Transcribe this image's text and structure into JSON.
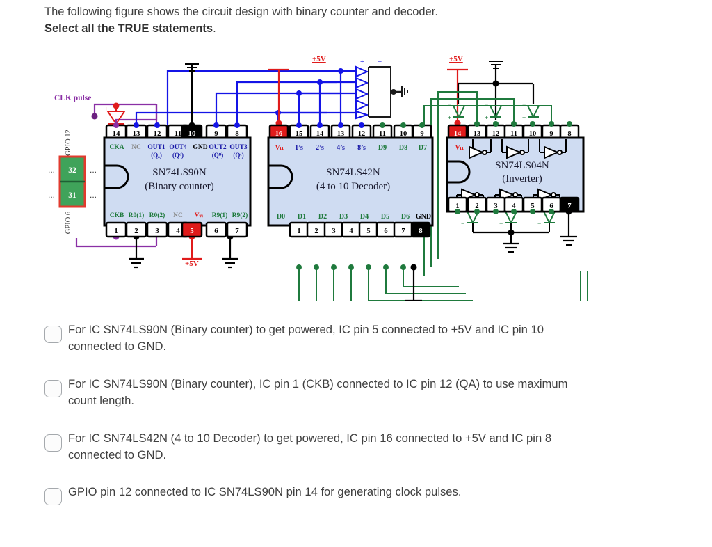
{
  "question": {
    "line1": "The following figure shows the circuit design with binary counter and decoder.",
    "emphasis": "Select all the TRUE statements",
    "line2_tail": "."
  },
  "figure": {
    "labels": {
      "clk_pulse": "CLK pulse",
      "gpio_top": "GPIO 12",
      "gpio_bottom": "GPIO 6",
      "gpio_pin_a": "32",
      "gpio_pin_b": "31",
      "ellipsis": "...",
      "supply_left": "+5V",
      "supply_mid": "+5V",
      "supply_right": "+5V"
    },
    "chips": [
      {
        "id": "counter",
        "name": "SN74LS90N",
        "subtitle": "(Binary counter)",
        "top_pins": [
          {
            "num": "14",
            "label": "CKA",
            "sub": "",
            "highlight": "none"
          },
          {
            "num": "13",
            "label": "NC",
            "sub": "",
            "highlight": "none"
          },
          {
            "num": "12",
            "label": "OUT1",
            "sub": "(Qₐ)",
            "highlight": "none"
          },
          {
            "num": "11",
            "label": "OUT4",
            "sub": "(Qᴅ)",
            "highlight": "none"
          },
          {
            "num": "10",
            "label": "GND",
            "sub": "",
            "highlight": "gnd"
          },
          {
            "num": "9",
            "label": "OUT2",
            "sub": "(Qᴀ)",
            "highlight": "none"
          },
          {
            "num": "8",
            "label": "OUT3",
            "sub": "(Qꟲ)",
            "highlight": "none"
          }
        ],
        "bottom_pins": [
          {
            "num": "1",
            "label": "CKB",
            "highlight": "none"
          },
          {
            "num": "2",
            "label": "R0(1)",
            "highlight": "none"
          },
          {
            "num": "3",
            "label": "R0(2)",
            "highlight": "none"
          },
          {
            "num": "4",
            "label": "NC",
            "highlight": "none"
          },
          {
            "num": "5",
            "label": "Vcc",
            "highlight": "vcc"
          },
          {
            "num": "6",
            "label": "R9(1)",
            "highlight": "none"
          },
          {
            "num": "7",
            "label": "R9(2)",
            "highlight": "none"
          }
        ]
      },
      {
        "id": "decoder",
        "name": "SN74LS42N",
        "subtitle": "(4 to 10 Decoder)",
        "top_pins": [
          {
            "num": "16",
            "label": "Vcc",
            "highlight": "vcc"
          },
          {
            "num": "15",
            "label": "1's",
            "highlight": "none"
          },
          {
            "num": "14",
            "label": "2's",
            "highlight": "none"
          },
          {
            "num": "13",
            "label": "4's",
            "highlight": "none"
          },
          {
            "num": "12",
            "label": "8's",
            "highlight": "none"
          },
          {
            "num": "11",
            "label": "D9",
            "highlight": "none"
          },
          {
            "num": "10",
            "label": "D8",
            "highlight": "none"
          },
          {
            "num": "9",
            "label": "D7",
            "highlight": "none"
          }
        ],
        "bottom_pins": [
          {
            "num": "1",
            "label": "D0",
            "highlight": "none"
          },
          {
            "num": "2",
            "label": "D1",
            "highlight": "none"
          },
          {
            "num": "3",
            "label": "D2",
            "highlight": "none"
          },
          {
            "num": "4",
            "label": "D3",
            "highlight": "none"
          },
          {
            "num": "5",
            "label": "D4",
            "highlight": "none"
          },
          {
            "num": "6",
            "label": "D5",
            "highlight": "none"
          },
          {
            "num": "7",
            "label": "D6",
            "highlight": "none"
          },
          {
            "num": "8",
            "label": "GND",
            "highlight": "gnd"
          }
        ]
      },
      {
        "id": "inverter",
        "name": "SN74LS04N",
        "subtitle": "(Inverter)",
        "top_pins": [
          {
            "num": "14",
            "label": "Vcc",
            "highlight": "vcc"
          },
          {
            "num": "13",
            "label": "",
            "highlight": "none"
          },
          {
            "num": "12",
            "label": "",
            "highlight": "none"
          },
          {
            "num": "11",
            "label": "",
            "highlight": "none"
          },
          {
            "num": "10",
            "label": "",
            "highlight": "none"
          },
          {
            "num": "9",
            "label": "",
            "highlight": "none"
          },
          {
            "num": "8",
            "label": "",
            "highlight": "none"
          }
        ],
        "bottom_pins": [
          {
            "num": "1",
            "label": "",
            "highlight": "none"
          },
          {
            "num": "2",
            "label": "",
            "highlight": "none"
          },
          {
            "num": "3",
            "label": "",
            "highlight": "none"
          },
          {
            "num": "4",
            "label": "",
            "highlight": "none"
          },
          {
            "num": "5",
            "label": "",
            "highlight": "none"
          },
          {
            "num": "6",
            "label": "",
            "highlight": "none"
          },
          {
            "num": "7",
            "label": "GND",
            "highlight": "gnd"
          }
        ]
      }
    ],
    "colors": {
      "chip_fill": "#cfdcf2",
      "chip_stroke": "#000000",
      "pin_label_green": "#1f7a3d",
      "pin_label_blue": "#1a1aa8",
      "pin_label_gray": "#8a8a8a",
      "vcc_red": "#e01b1b",
      "wire_blue": "#1414e6",
      "wire_green": "#1f7a3d",
      "wire_purple": "#8a2fa5",
      "wire_black": "#000000",
      "gpio_green": "#3fa35a",
      "gpio_red": "#e23a2e"
    }
  },
  "options": [
    {
      "id": "opt-1",
      "checked": false,
      "text": "For IC SN74LS90N (Binary counter) to get powered, IC pin 5 connected to +5V and IC pin 10 connected to GND."
    },
    {
      "id": "opt-2",
      "checked": false,
      "text": "For IC SN74LS90N (Binary counter), IC pin 1 (CKB) connected to IC pin 12 (QA) to use maximum count length."
    },
    {
      "id": "opt-3",
      "checked": false,
      "text": "For IC SN74LS42N (4 to 10 Decoder) to get powered, IC pin 16 connected to +5V and IC pin 8 connected to GND."
    },
    {
      "id": "opt-4",
      "checked": false,
      "text": "GPIO pin 12 connected to IC SN74LS90N pin 14 for generating clock pulses."
    }
  ]
}
